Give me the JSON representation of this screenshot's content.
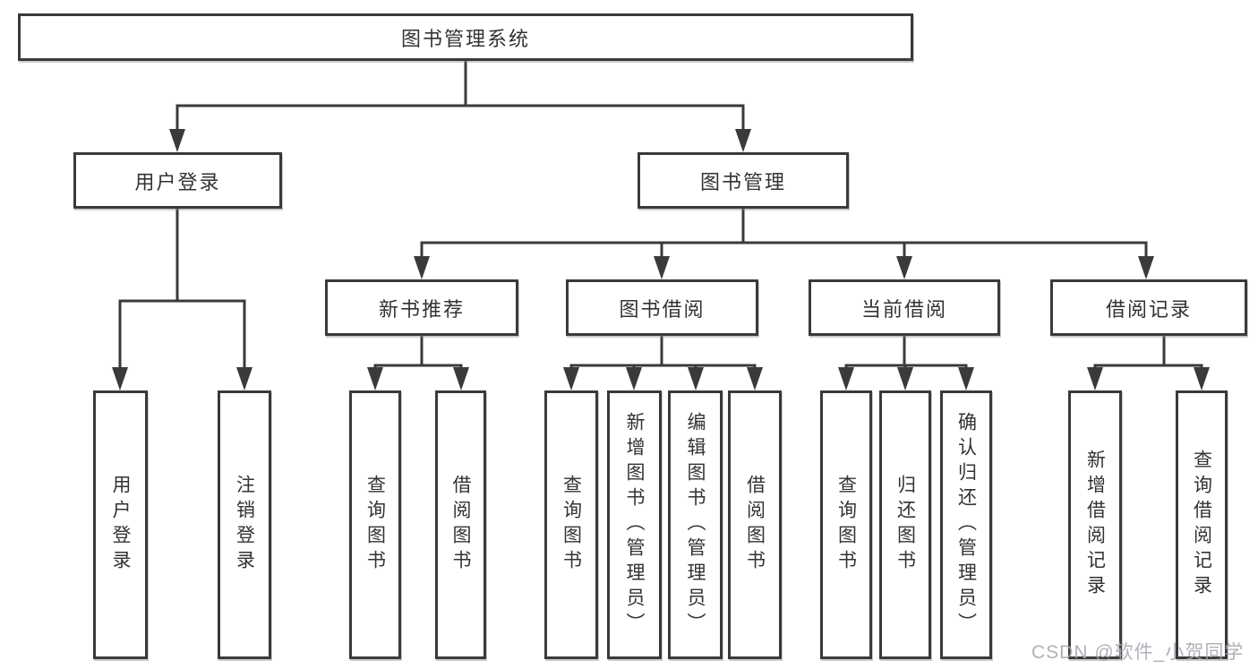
{
  "root": {
    "label": "图书管理系统"
  },
  "branches": [
    {
      "label": "用户登录"
    },
    {
      "label": "图书管理"
    }
  ],
  "modules": [
    {
      "label": "新书推荐"
    },
    {
      "label": "图书借阅"
    },
    {
      "label": "当前借阅"
    },
    {
      "label": "借阅记录"
    }
  ],
  "leaves": [
    {
      "label": "用户登录"
    },
    {
      "label": "注销登录"
    },
    {
      "label": "查询图书"
    },
    {
      "label": "借阅图书"
    },
    {
      "label": "查询图书"
    },
    {
      "label": "新增图书（管理员）"
    },
    {
      "label": "编辑图书（管理员）"
    },
    {
      "label": "借阅图书"
    },
    {
      "label": "查询图书"
    },
    {
      "label": "归还图书"
    },
    {
      "label": "确认归还（管理员）"
    },
    {
      "label": "新增借阅记录"
    },
    {
      "label": "查询借阅记录"
    }
  ],
  "watermark": "CSDN @软件_小贺同学",
  "colors": {
    "line": "#3a3a3a",
    "text": "#333333",
    "background": "#ffffff",
    "watermark": "#a5aab0"
  }
}
